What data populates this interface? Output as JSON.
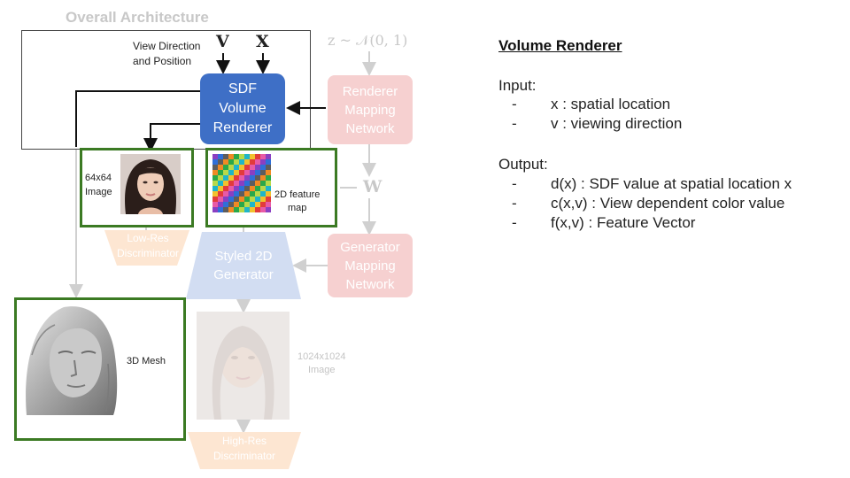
{
  "diagram": {
    "title": "Overall Architecture",
    "view_direction_label": "View Direction\nand Position",
    "symbol_v": "V",
    "symbol_x": "X",
    "z_formula": "z ~ 𝒩(0, 1)",
    "symbol_w": "W",
    "sdf_block": "SDF\nVolume\nRenderer",
    "renderer_mapping": "Renderer\nMapping\nNetwork",
    "generator_mapping": "Generator\nMapping\nNetwork",
    "image_64_label": "64x64\nImage",
    "feature_map_label": "2D feature\nmap",
    "low_res_discriminator": "Low-Res\nDiscriminator",
    "styled_generator": "Styled 2D\nGenerator",
    "mesh_label": "3D Mesh",
    "image_1024_label": "1024x1024\nImage",
    "high_res_discriminator": "High-Res\nDiscriminator",
    "colors": {
      "sdf_blue": "#3e6fc6",
      "faded_pink": "#f6d0d0",
      "highlight_green": "#3b7a23",
      "faded_blue": "#d2ddf2",
      "faded_orange": "#fde6d2"
    }
  },
  "panel": {
    "title": "Volume Renderer",
    "input_heading": "Input:",
    "inputs": [
      "x : spatial location",
      "v : viewing direction"
    ],
    "output_heading": "Output:",
    "outputs": [
      "d(x) : SDF value at spatial location x",
      "c(x,v) : View dependent color value",
      "f(x,v) : Feature Vector"
    ],
    "bullet": "-"
  }
}
